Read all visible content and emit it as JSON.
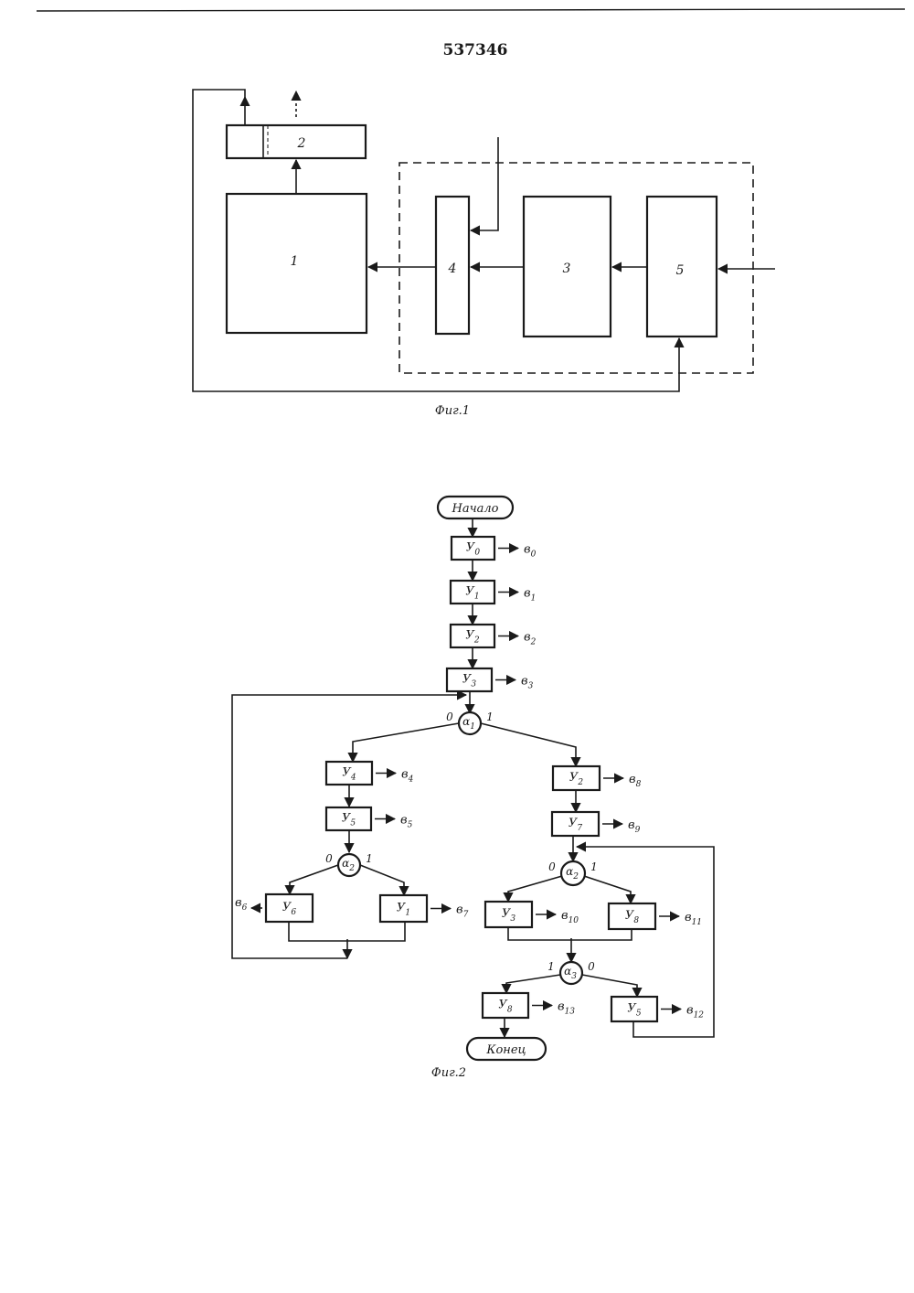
{
  "page": {
    "patent_number": "537346"
  },
  "fig1": {
    "caption": "Фиг.1",
    "blocks": {
      "b1": "1",
      "b2": "2",
      "b3": "3",
      "b4": "4",
      "b5": "5"
    }
  },
  "fig2": {
    "caption": "Фиг.2",
    "start": "Начало",
    "end": "Конец",
    "ops": [
      {
        "id": "y0",
        "label": "У",
        "sub": "0",
        "out": "в",
        "out_sub": "0"
      },
      {
        "id": "y1a",
        "label": "У",
        "sub": "1",
        "out": "в",
        "out_sub": "1"
      },
      {
        "id": "y2a",
        "label": "У",
        "sub": "2",
        "out": "в",
        "out_sub": "2"
      },
      {
        "id": "y3a",
        "label": "У",
        "sub": "3",
        "out": "в",
        "out_sub": "3"
      },
      {
        "id": "y4",
        "label": "У",
        "sub": "4",
        "out": "в",
        "out_sub": "4"
      },
      {
        "id": "y5a",
        "label": "У",
        "sub": "5",
        "out": "в",
        "out_sub": "5"
      },
      {
        "id": "y6",
        "label": "У",
        "sub": "6",
        "out": "в",
        "out_sub": "6"
      },
      {
        "id": "y1b",
        "label": "У",
        "sub": "1",
        "out": "в",
        "out_sub": "7"
      },
      {
        "id": "y2b",
        "label": "У",
        "sub": "2",
        "out": "в",
        "out_sub": "8"
      },
      {
        "id": "y7",
        "label": "У",
        "sub": "7",
        "out": "в",
        "out_sub": "9"
      },
      {
        "id": "y3b",
        "label": "У",
        "sub": "3",
        "out": "в",
        "out_sub": "10"
      },
      {
        "id": "y8a",
        "label": "У",
        "sub": "8",
        "out": "в",
        "out_sub": "11"
      },
      {
        "id": "y8b",
        "label": "У",
        "sub": "8",
        "out": "в",
        "out_sub": "13"
      },
      {
        "id": "y5b",
        "label": "У",
        "sub": "5",
        "out": "в",
        "out_sub": "12"
      }
    ],
    "conditions": [
      {
        "id": "a1",
        "label": "α",
        "sub": "1",
        "left": "0",
        "right": "1"
      },
      {
        "id": "a2a",
        "label": "α",
        "sub": "2",
        "left": "0",
        "right": "1"
      },
      {
        "id": "a2b",
        "label": "α",
        "sub": "2",
        "left": "0",
        "right": "1"
      },
      {
        "id": "a3",
        "label": "α",
        "sub": "3",
        "left": "1",
        "right": "0"
      }
    ]
  }
}
